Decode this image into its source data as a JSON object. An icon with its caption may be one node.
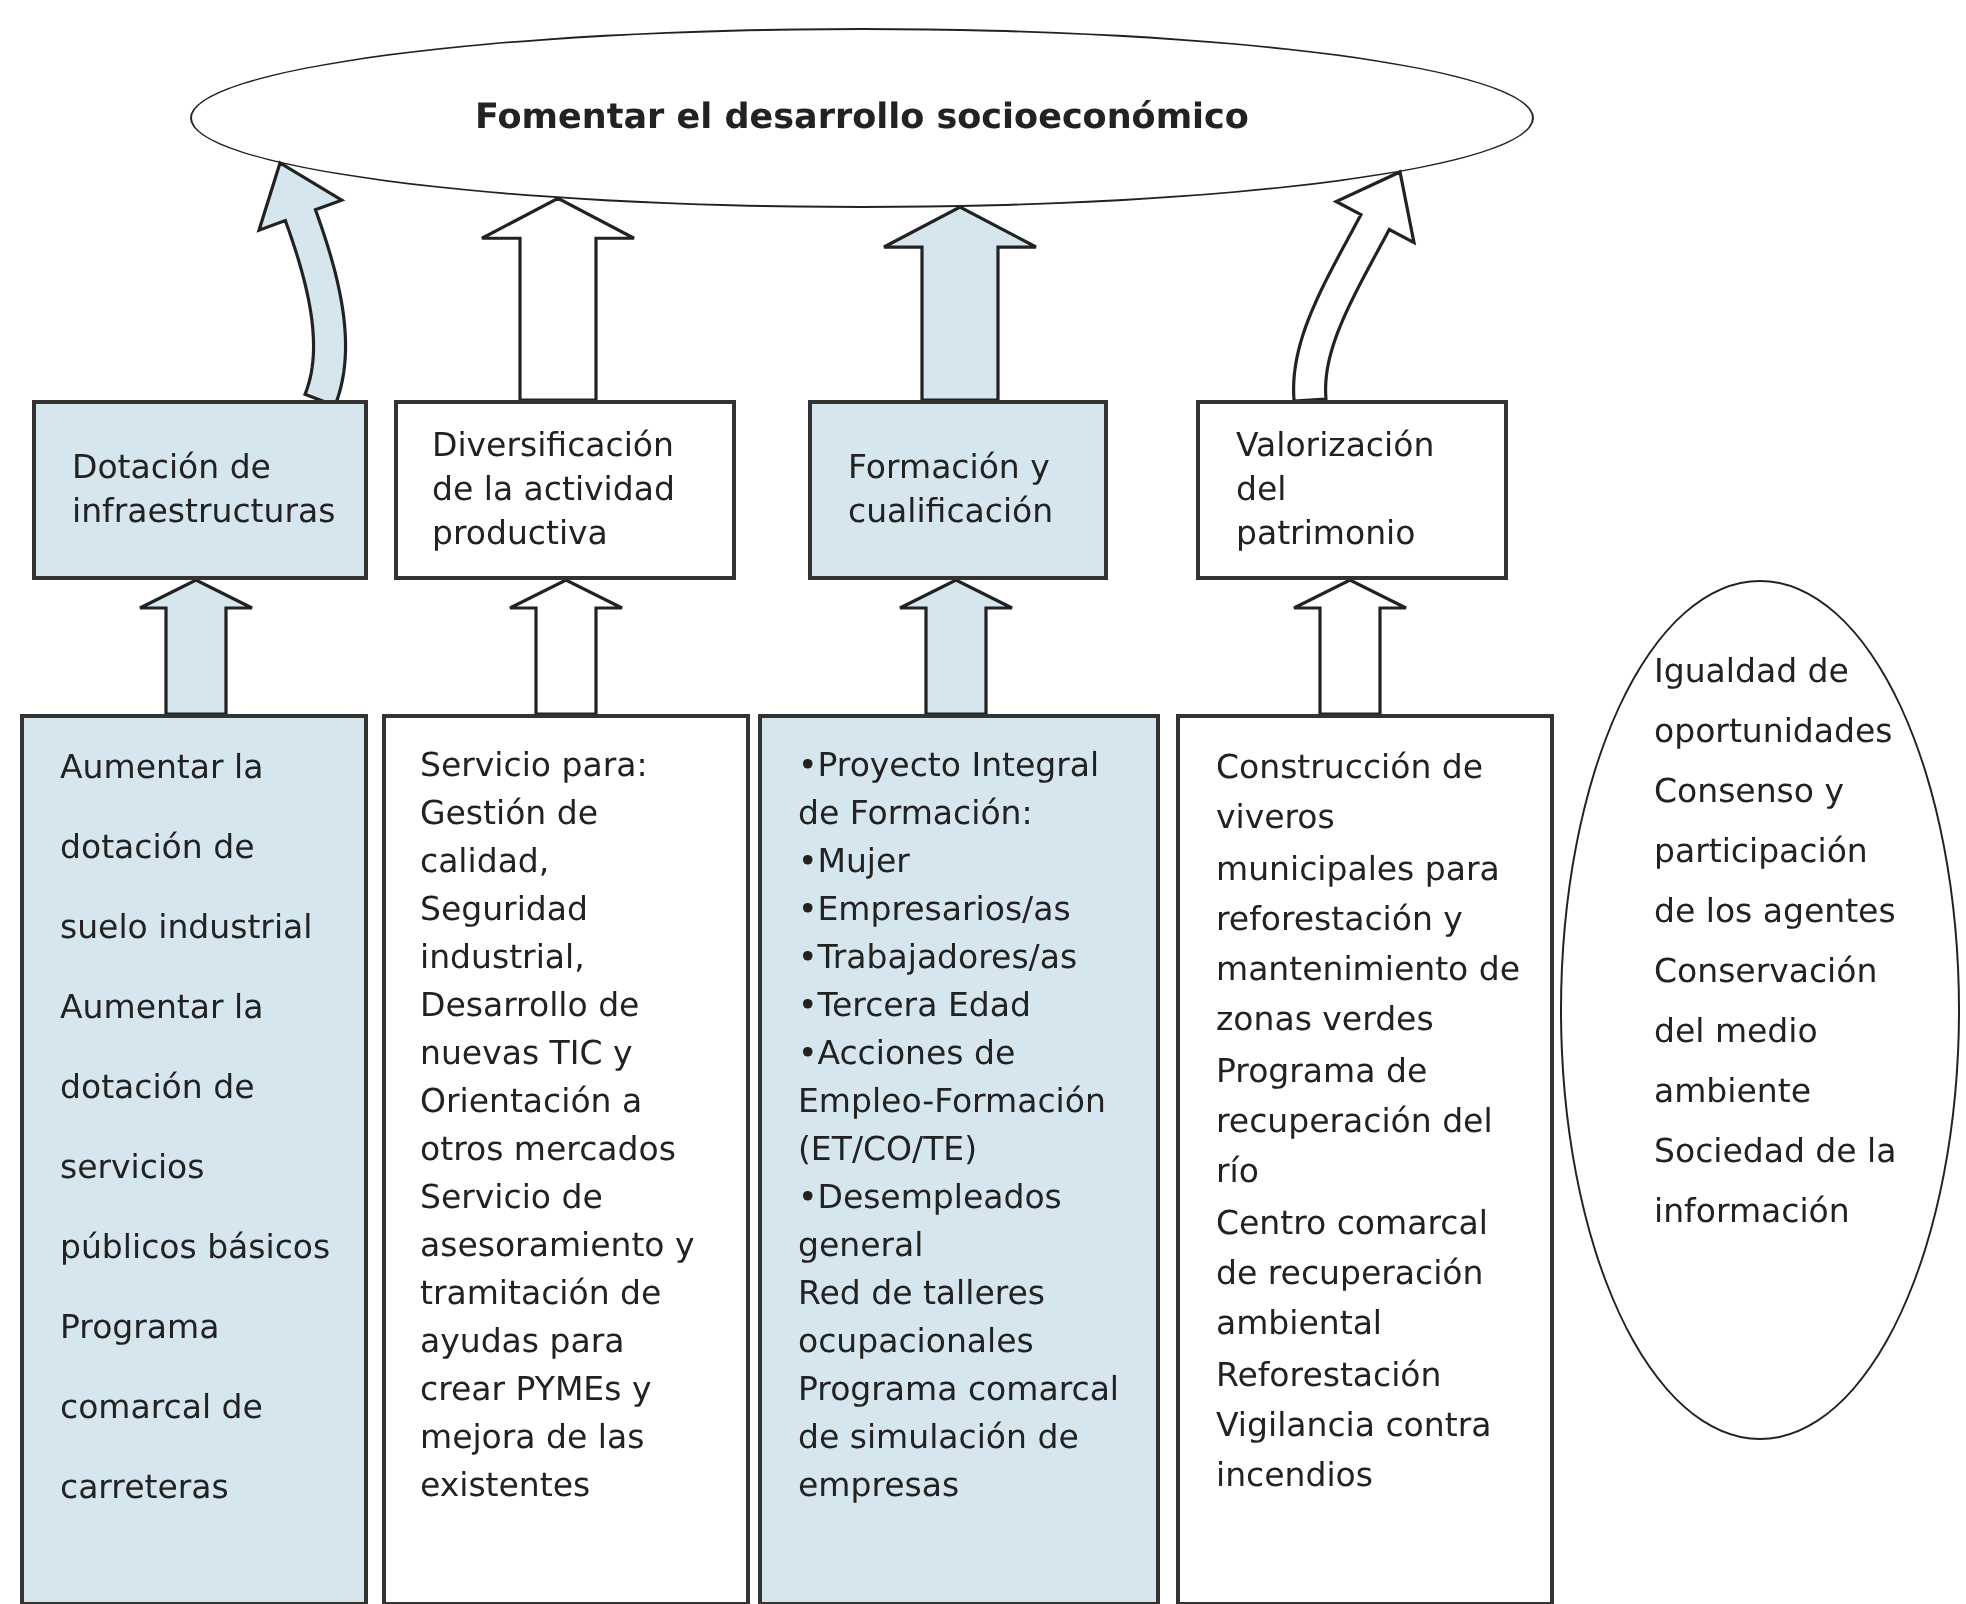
{
  "diagram": {
    "nodes": [
      {
        "text": [
          "Fomentar el desarrollo socioeconómico"
        ]
      },
      {
        "text": [
          "Dotación de infraestructuras"
        ]
      },
      {
        "text": [
          "Diversificación de la actividad productiva"
        ]
      },
      {
        "text": [
          "Formación y cualificación"
        ]
      },
      {
        "text": [
          "Valorización del patrimonio"
        ]
      },
      {
        "text": [
          "Aumentar la dotación de suelo industrial",
          "Aumentar la dotación de servicios públicos básicos",
          "Programa comarcal de carreteras"
        ]
      },
      {
        "text": [
          "Servicio para: Gestión de calidad, Seguridad industrial, Desarrollo de nuevas TIC y Orientación a otros mercados",
          "Servicio de asesoramiento y tramitación de ayudas para crear PYMEs y mejora de las existentes"
        ]
      },
      {
        "text": [
          "•Proyecto Integral de Formación:",
          "•Mujer",
          "•Empresarios/as",
          "•Trabajadores/as",
          "•Tercera Edad",
          "•Acciones de Empleo-Formación (ET/CO/TE)",
          "•Desempleados general",
          "Red de talleres ocupacionales",
          "Programa comarcal de simulación de empresas"
        ]
      },
      {
        "text": [
          "Construcción de viveros municipales para reforestación y mantenimiento de zonas verdes",
          "Programa de recuperación del río",
          "Centro comarcal de recuperación ambiental",
          "Reforestación",
          "Vigilancia contra incendios"
        ]
      },
      {
        "text": [
          "Igualdad de oportunidades",
          "Consenso y participación de los agentes",
          "Conservación del medio ambiente",
          "Sociedad de la información"
        ]
      }
    ],
    "edges": [
      {
        "from": 1,
        "to": 0,
        "arrow": "to",
        "color": "#d5e6ee"
      },
      {
        "from": 2,
        "to": 0,
        "arrow": "to"
      },
      {
        "from": 3,
        "to": 0,
        "arrow": "to",
        "color": "#d5e6ee"
      },
      {
        "from": 4,
        "to": 0,
        "arrow": "to"
      },
      {
        "from": 5,
        "to": 1,
        "arrow": "to",
        "color": "#d5e6ee"
      },
      {
        "from": 6,
        "to": 2,
        "arrow": "to"
      },
      {
        "from": 7,
        "to": 3,
        "arrow": "to",
        "color": "#d5e6ee"
      },
      {
        "from": 8,
        "to": 4,
        "arrow": "to"
      }
    ]
  }
}
